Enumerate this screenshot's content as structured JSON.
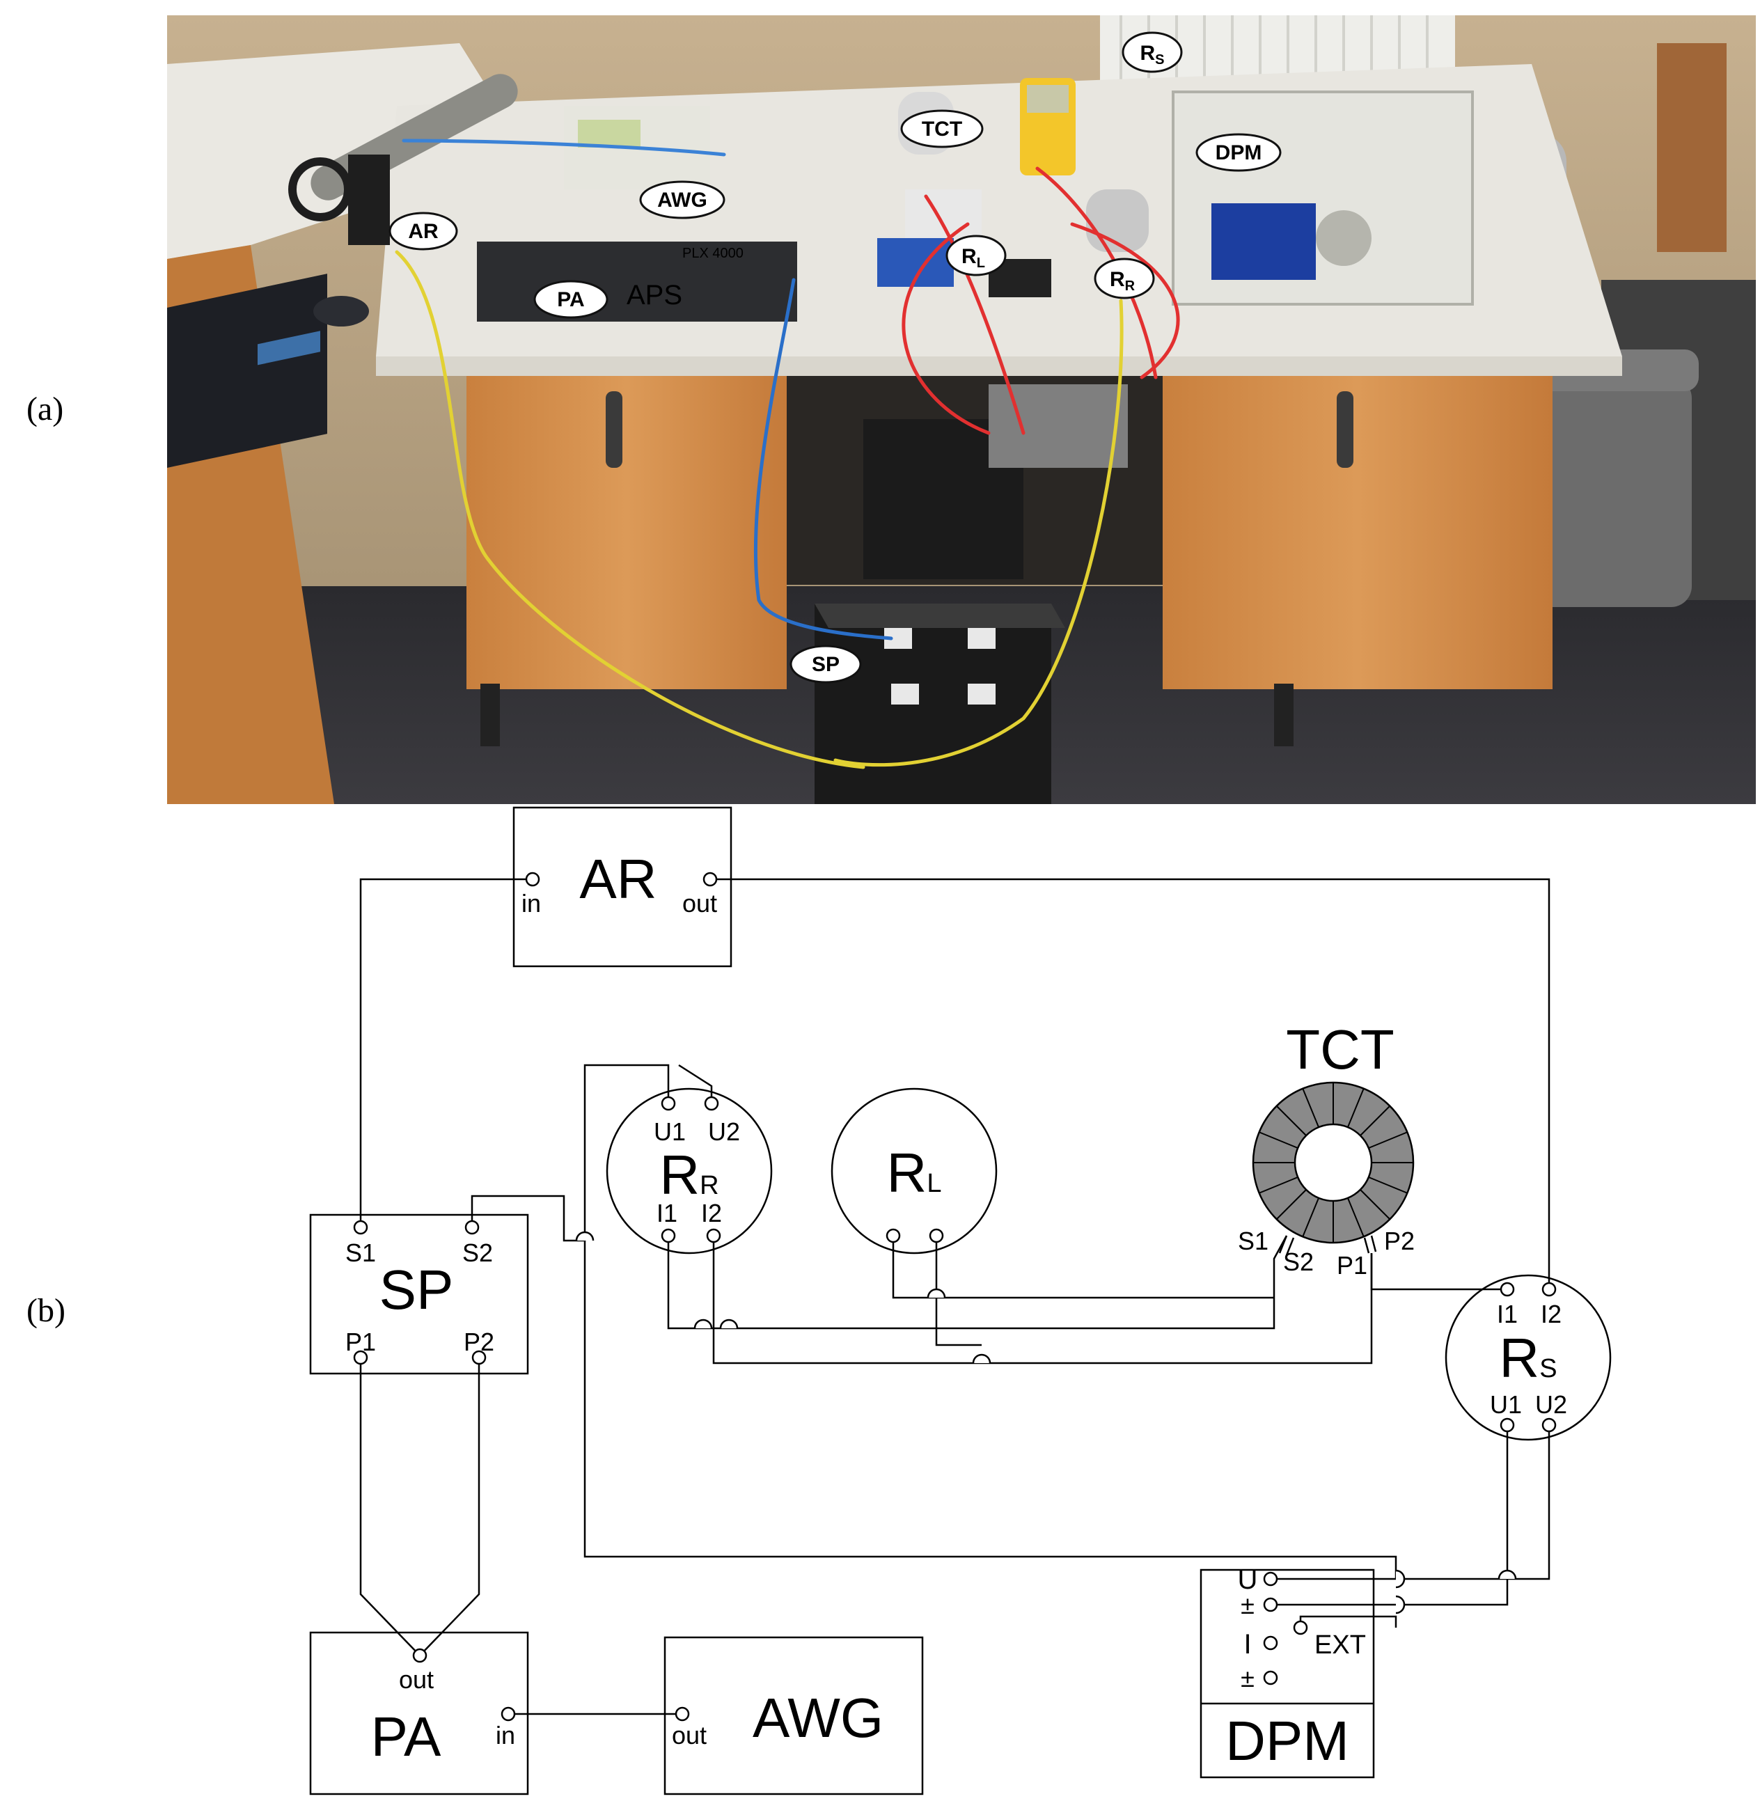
{
  "panels": {
    "a": "(a)",
    "b": "(b)"
  },
  "photo": {
    "callouts": {
      "ar": "AR",
      "awg": "AWG",
      "pa": "PA",
      "tct": "TCT",
      "rl_main": "R",
      "rl_sub": "L",
      "rr_main": "R",
      "rr_sub": "R",
      "rs_main": "R",
      "rs_sub": "S",
      "dpm": "DPM",
      "sp": "SP"
    },
    "equipment_text": {
      "amp_model": "PLX 4000",
      "amp_brand": "APS"
    }
  },
  "schematic": {
    "ar": {
      "label": "AR",
      "in": "in",
      "out": "out"
    },
    "sp": {
      "label": "SP",
      "s1": "S1",
      "s2": "S2",
      "p1": "P1",
      "p2": "P2"
    },
    "rr": {
      "main": "R",
      "sub": "R",
      "u1": "U1",
      "u2": "U2",
      "i1": "I1",
      "i2": "I2"
    },
    "rl": {
      "main": "R",
      "sub": "L"
    },
    "tct": {
      "label": "TCT",
      "s1": "S1",
      "s2": "S2",
      "p1": "P1",
      "p2": "P2"
    },
    "rs": {
      "main": "R",
      "sub": "S",
      "i1": "I1",
      "i2": "I2",
      "u1": "U1",
      "u2": "U2"
    },
    "pa": {
      "label": "PA",
      "out": "out",
      "in": "in"
    },
    "awg": {
      "label": "AWG",
      "out": "out"
    },
    "dpm": {
      "label": "DPM",
      "u": "U",
      "pm1": "±",
      "i": "I",
      "ext": "EXT",
      "pm2": "±"
    }
  }
}
